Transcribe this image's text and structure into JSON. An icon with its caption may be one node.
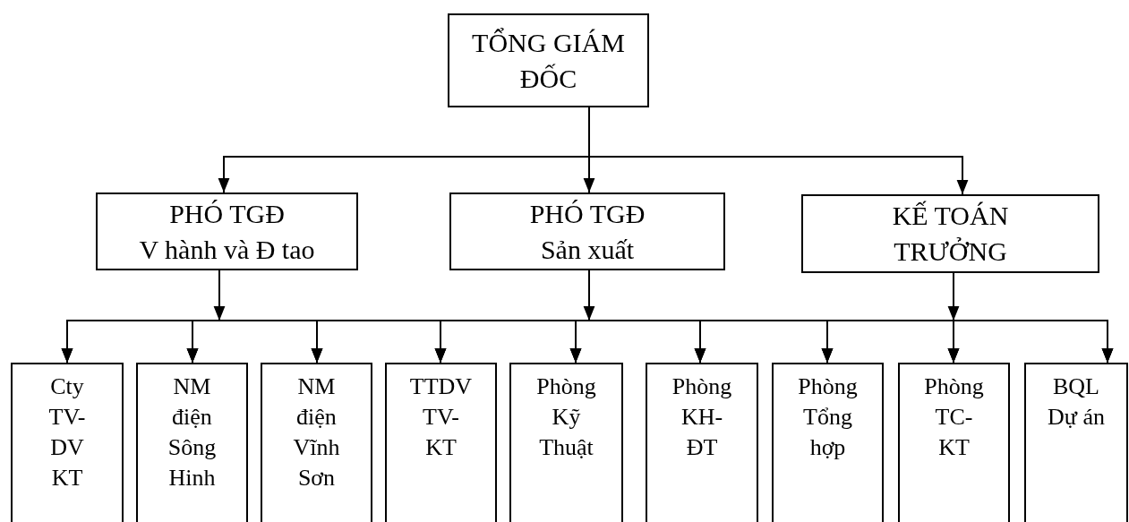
{
  "diagram": {
    "nodes": [
      {
        "text": [
          "TỔNG GIÁM ĐỐC"
        ]
      },
      {
        "text": [
          "PHÓ TGĐ",
          "V hành và Đ tao"
        ]
      },
      {
        "text": [
          "PHÓ TGĐ",
          "Sản xuất"
        ]
      },
      {
        "text": [
          "KẾ TOÁN TRƯỞNG"
        ]
      },
      {
        "text": [
          "Cty TV-DV KT"
        ]
      },
      {
        "text": [
          "NM điện Sông Hinh"
        ]
      },
      {
        "text": [
          "NM điện Vĩnh Sơn"
        ]
      },
      {
        "text": [
          "TTDV TV-KT"
        ]
      },
      {
        "text": [
          "Phòng Kỹ Thuật"
        ]
      },
      {
        "text": [
          "Phòng KH-ĐT"
        ]
      },
      {
        "text": [
          "Phòng Tổng hợp"
        ]
      },
      {
        "text": [
          "Phòng TC-KT"
        ]
      },
      {
        "text": [
          "BQL Dự án"
        ]
      }
    ],
    "edges": [
      {
        "from": 0,
        "to": 1,
        "arrow": "to"
      },
      {
        "from": 0,
        "to": 2,
        "arrow": "to"
      },
      {
        "from": 0,
        "to": 3,
        "arrow": "to"
      },
      {
        "from": 1,
        "to": 4,
        "arrow": "to"
      },
      {
        "from": 1,
        "to": 5,
        "arrow": "to"
      },
      {
        "from": 1,
        "to": 6,
        "arrow": "to"
      },
      {
        "from": 1,
        "to": 7,
        "arrow": "to"
      },
      {
        "from": 1,
        "to": 8,
        "arrow": "to"
      },
      {
        "from": 1,
        "to": 9,
        "arrow": "to"
      },
      {
        "from": 1,
        "to": 10,
        "arrow": "to"
      },
      {
        "from": 1,
        "to": 11,
        "arrow": "to"
      },
      {
        "from": 1,
        "to": 12,
        "arrow": "to"
      },
      {
        "from": 2,
        "to": 4,
        "arrow": "to"
      },
      {
        "from": 2,
        "to": 5,
        "arrow": "to"
      },
      {
        "from": 2,
        "to": 6,
        "arrow": "to"
      },
      {
        "from": 2,
        "to": 7,
        "arrow": "to"
      },
      {
        "from": 2,
        "to": 8,
        "arrow": "to"
      },
      {
        "from": 2,
        "to": 9,
        "arrow": "to"
      },
      {
        "from": 2,
        "to": 10,
        "arrow": "to"
      },
      {
        "from": 2,
        "to": 11,
        "arrow": "to"
      },
      {
        "from": 2,
        "to": 12,
        "arrow": "to"
      },
      {
        "from": 3,
        "to": 4,
        "arrow": "to"
      },
      {
        "from": 3,
        "to": 5,
        "arrow": "to"
      },
      {
        "from": 3,
        "to": 6,
        "arrow": "to"
      },
      {
        "from": 3,
        "to": 7,
        "arrow": "to"
      },
      {
        "from": 3,
        "to": 8,
        "arrow": "to"
      },
      {
        "from": 3,
        "to": 9,
        "arrow": "to"
      },
      {
        "from": 3,
        "to": 10,
        "arrow": "to"
      },
      {
        "from": 3,
        "to": 11,
        "arrow": "to"
      },
      {
        "from": 3,
        "to": 12,
        "arrow": "to"
      }
    ]
  }
}
